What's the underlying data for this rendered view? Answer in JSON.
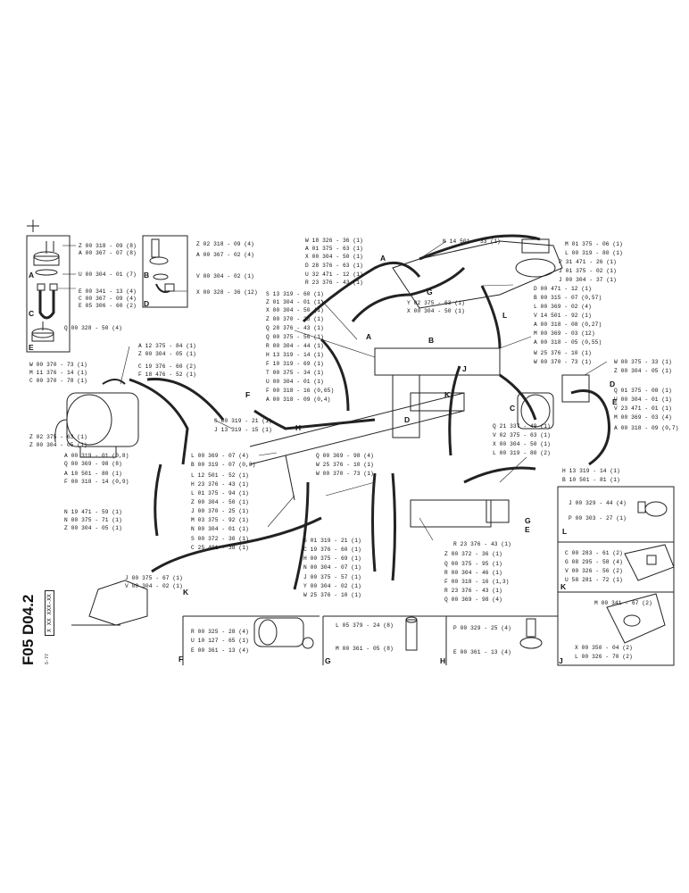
{
  "sheet": {
    "reference": "F05 D04.2",
    "code": "X XX XXX-XX",
    "date": "5-77"
  },
  "sections": [
    "A",
    "B",
    "C",
    "D",
    "E",
    "F",
    "G",
    "H",
    "J",
    "K",
    "L"
  ],
  "labels": {
    "l001": "Z 00 318 - 09 (8)",
    "l002": "A 00 367 - 07 (8)",
    "l003": "U 00 304 - 01 (7)",
    "l004": "E 00 341 - 13 (4)",
    "l005": "C 00 367 - 09 (4)",
    "l006": "E 05 306 - 60 (2)",
    "l007": "Q 00 328 - 50 (4)",
    "l008": "Z 02 318 - 09 (4)",
    "l009": "A 00 367 - 02 (4)",
    "l010": "V 00 304 - 02 (1)",
    "l011": "X 00 328 - 36 (12)",
    "l012": "A 12 375 - 84 (1)",
    "l013": "Z 00 304 - 05 (1)",
    "l014": "C 19 376 - 60 (2)",
    "l015": "F 18 476 - 52 (1)",
    "l016": "W 00 370 - 73 (1)",
    "l017": "M 11 376 - 14 (1)",
    "l018": "C 00 370 - 78 (1)",
    "l019": "Z 02 375 - 63 (1)",
    "l020": "Z 00 304 - 05 (1)",
    "l021": "A 00 319 - 01 (0,8)",
    "l022": "Q 00 369 - 98 (8)",
    "l023": "A 10 501 - 80 (1)",
    "l024": "F 00 318 - 14 (0,9)",
    "l025": "N 19 471 - 59 (1)",
    "l026": "N 00 375 - 71 (1)",
    "l027": "Z 00 304 - 05 (1)",
    "l028": "J 00 375 - 67 (1)",
    "l029": "V 00 304 - 02 (1)",
    "l030": "W 18 326 - 36 (1)",
    "l031": "A 01 375 - 63 (1)",
    "l032": "X 00 304 - 50 (1)",
    "l033": "D 28 376 - 63 (1)",
    "l034": "U 32 471 - 12 (1)",
    "l035": "R 23 376 - 43 (1)",
    "l036": "S 13 319 - 60 (1)",
    "l037": "Z 01 304 - 01 (1)",
    "l038": "X 00 304 - 50 (1)",
    "l039": "Z 00 370 - 25 (1)",
    "l040": "Q 28 376 - 43 (1)",
    "l041": "Q 00 375 - 56 (1)",
    "l042": "R 00 304 - 44 (1)",
    "l043": "H 13 319 - 14 (1)",
    "l044": "F 10 319 - 69 (1)",
    "l045": "T 00 375 - 34 (1)",
    "l046": "U 00 304 - 01 (1)",
    "l047": "F 00 318 - 16 (0,65)",
    "l048": "A 00 318 - 09 (0,4)",
    "l049": "S 00 319 - 21 (1)",
    "l050": "J 13 319 - 15 (1)",
    "l051": "L 00 369 - 07 (4)",
    "l052": "B 00 319 - 07 (0,8)",
    "l053": "L 12 501 - 52 (1)",
    "l054": "H 23 376 - 43 (1)",
    "l055": "L 01 375 - 94 (1)",
    "l056": "Z 00 304 - 50 (1)",
    "l057": "J 00 370 - 25 (1)",
    "l058": "M 03 375 - 92 (1)",
    "l059": "N 00 304 - 01 (1)",
    "l060": "S 00 372 - 30 (1)",
    "l061": "C 25 491 - 38 (1)",
    "l062": "Q 00 369 - 98 (4)",
    "l063": "W 25 376 - 10 (1)",
    "l064": "W 00 370 - 73 (1)",
    "l065": "S 01 319 - 21 (1)",
    "l066": "C 19 376 - 60 (1)",
    "l067": "H 00 375 - 69 (1)",
    "l068": "N 00 304 - 07 (1)",
    "l069": "J 00 375 - 57 (1)",
    "l070": "Y 00 304 - 02 (1)",
    "l071": "W 25 376 - 10 (1)",
    "l072": "N 14 501 - 33 (1)",
    "l073": "M 01 375 - 06 (1)",
    "l074": "L 00 319 - 80 (1)",
    "l075": "P 31 471 - 26 (1)",
    "l076": "J 01 375 - 02 (1)",
    "l077": "J 00 304 - 37 (1)",
    "l078": "D 00 471 - 12 (1)",
    "l079": "B 00 315 - 07 (0,57)",
    "l080": "L 00 369 - 02 (4)",
    "l081": "V 14 501 - 92 (1)",
    "l082": "A 00 318 - 08 (0,27)",
    "l083": "M 00 369 - 03 (12)",
    "l084": "A 00 318 - 05 (0,55)",
    "l085": "W 25 376 - 10 (1)",
    "l086": "W 00 370 - 73 (1)",
    "l087": "W 00 375 - 33 (1)",
    "l088": "Z 00 304 - 05 (1)",
    "l089": "Q 01 375 - 08 (1)",
    "l090": "U 00 304 - 01 (1)",
    "l091": "V 23 471 - 01 (1)",
    "l092": "M 00 369 - 03 (4)",
    "l093": "A 00 318 - 09 (0,7)",
    "l094": "Y 02 375 - 63 (1)",
    "l095": "X 00 304 - 50 (1)",
    "l096": "Q 21 337 - 49 (1)",
    "l097": "V 02 375 - 63 (1)",
    "l098": "X 00 304 - 50 (1)",
    "l099": "L 00 319 - 80 (2)",
    "l100": "H 13 319 - 14 (1)",
    "l101": "B 10 501 - 81 (1)",
    "l102": "R 23 376 - 43 (1)",
    "l103": "Z 00 372 - 36 (1)",
    "l104": "Q 00 375 - 95 (1)",
    "l105": "R 00 304 - 46 (1)",
    "l106": "F 00 318 - 16 (1,3)",
    "l107": "R 23 376 - 43 (1)",
    "l108": "Q 00 369 - 98 (4)",
    "l109": "J 00 329 - 44 (4)",
    "l110": "P 00 303 - 27 (1)",
    "l111": "C 00 283 - 61 (2)",
    "l112": "G 08 295 - 58 (4)",
    "l113": "V 00 326 - 56 (2)",
    "l114": "U 58 281 - 72 (1)",
    "l115": "M 00 341 - 67 (2)",
    "l116": "X 00 350 - 04 (2)",
    "l117": "L 00 326 - 70 (2)",
    "l118": "R 00 325 - 28 (4)",
    "l119": "U 10 127 - 65 (1)",
    "l120": "E 00 361 - 13 (4)",
    "l121": "L 05 379 - 24 (8)",
    "l122": "M 00 361 - 05 (8)",
    "l123": "P 00 329 - 25 (4)",
    "l124": "E 00 361 - 13 (4)"
  }
}
